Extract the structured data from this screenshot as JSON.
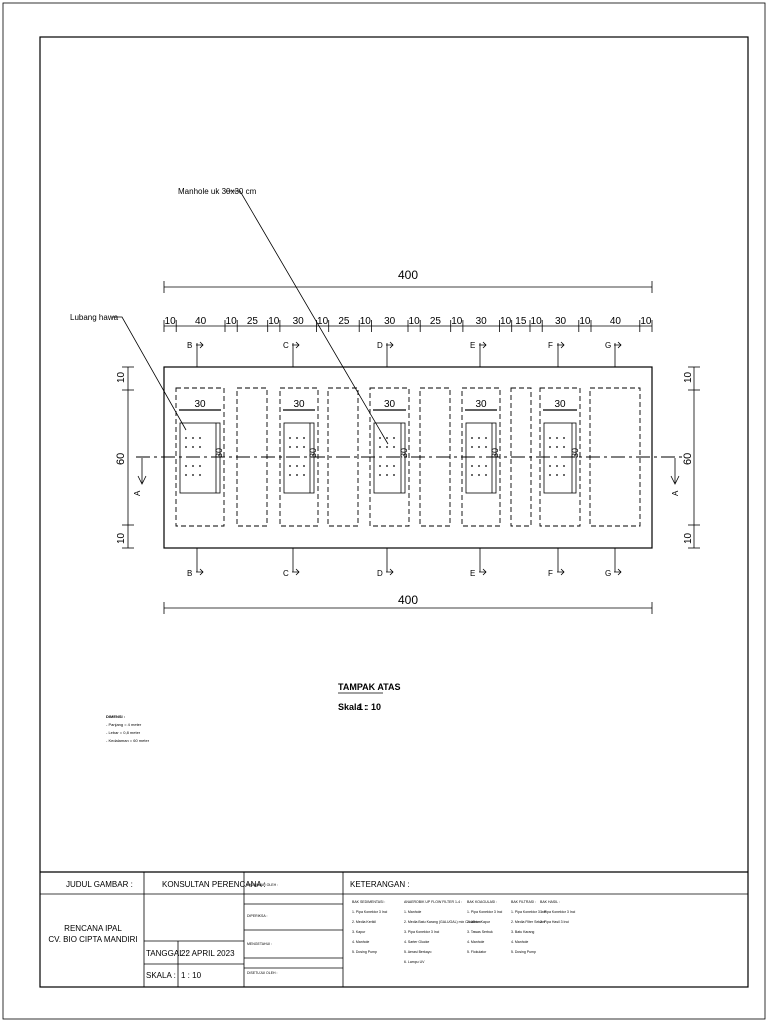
{
  "drawing": {
    "callout_manhole": "Manhole uk 30x30 cm",
    "callout_lubang": "Lubang hawa",
    "dim_total_top": "400",
    "dim_total_bottom": "400",
    "dim_segments": [
      "10",
      "40",
      "10",
      "25",
      "10",
      "30",
      "10",
      "25",
      "10",
      "30",
      "10",
      "25",
      "10",
      "30",
      "10",
      "15",
      "10",
      "30",
      "10",
      "40",
      "10"
    ],
    "width_dims_left": [
      "10",
      "60",
      "10"
    ],
    "width_dims_right": [
      "10",
      "60",
      "10"
    ],
    "section_letters": [
      "B",
      "C",
      "D",
      "E",
      "F",
      "G"
    ],
    "section_a": "A",
    "manhole_label": "30",
    "cell_label_dash": "30",
    "title_view": "TAMPAK ATAS",
    "scale_label": "Skala :",
    "scale_value": "1 : 10",
    "notes_title": "DIMENSI :",
    "notes": [
      "- Panjang = 4 meter",
      "- Lebar = 0,8 meter",
      "- Kedalaman = 60 meter"
    ]
  },
  "titleblock": {
    "judul_label": "JUDUL GAMBAR :",
    "judul_line1": "RENCANA IPAL",
    "judul_line2": "CV. BIO CIPTA MANDIRI",
    "konsultan_label": "KONSULTAN PERENCANA :",
    "tanggal_label": "TANGGAL :",
    "tanggal_value": "22 APRIL 2023",
    "skala_label": "SKALA :",
    "skala_value": "1 : 10",
    "sign_labels": [
      "DIGAMBAR OLEH :",
      "DIPERIKSA :",
      "MENGETAHUI :",
      "DISETUJUI OLEH :"
    ],
    "keterangan_label": "KETERANGAN :",
    "ket_columns": [
      {
        "title": "BAK SEDIMENTASI :",
        "items": [
          "1. Pipa Konektor 3 Inci",
          "2. Media Kerikil",
          "3. Kapur",
          "4. Manhole",
          "5. Dosing Pump"
        ]
      },
      {
        "title": "ANAEROBIK UP FLOW FILTER 1-4 :",
        "items": [
          "1. Manhole",
          "2. Media Batu Karang (GALUGAL) mix Cokalbion",
          "3. Pipa Konektor 3 Inci",
          "4. Sarter Glucke",
          "5. Aerasi Berkayo",
          "6. Lampu UV"
        ]
      },
      {
        "title": "BAK KOAGULASI :",
        "items": [
          "1. Pipa Konektor 3 Inci",
          "2. Aliran Kapur",
          "3. Tawas Serbuk",
          "4. Manhole",
          "5. Flokulator"
        ]
      },
      {
        "title": "BAK FILTRASI :",
        "items": [
          "1. Pipa Konektor 3 Inci",
          "2. Media Filter Sekam",
          "3. Batu Karang",
          "4. Manhole",
          "5. Dosing Pump"
        ]
      },
      {
        "title": "BAK HASIL :",
        "items": [
          "1. Pipa Konektor 3 Inci",
          "2. Pipa Hasil 3 Inci"
        ]
      }
    ]
  }
}
